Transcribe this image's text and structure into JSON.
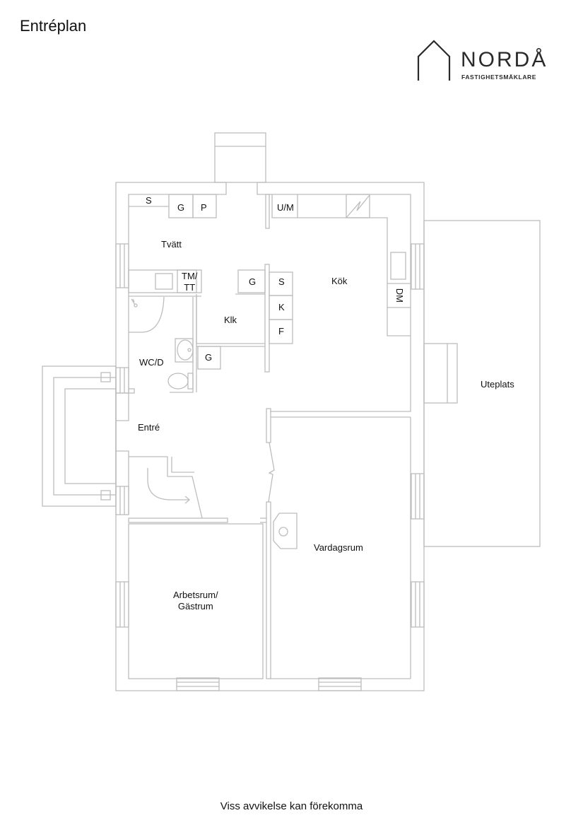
{
  "header": {
    "title": "Entréplan"
  },
  "logo": {
    "name": "NORDÅ",
    "tagline": "FASTIGHETSMÄKLARE",
    "icon": "house-outline-icon"
  },
  "rooms": {
    "tvatt": "Tvätt",
    "kok": "Kök",
    "klk": "Klk",
    "wcd": "WC/D",
    "entre": "Entré",
    "arbetsrum_line1": "Arbetsrum/",
    "arbetsrum_line2": "Gästrum",
    "vardagsrum": "Vardagsrum",
    "uteplats": "Uteplats"
  },
  "fixtures": {
    "s_tvatt": "S",
    "g_tvatt": "G",
    "p_tvatt": "P",
    "um": "U/M",
    "tm_line1": "TM/",
    "tm_line2": "TT",
    "g_klk": "G",
    "s_kok": "S",
    "k_kok": "K",
    "f_kok": "F",
    "dm": "DM",
    "g_wc": "G"
  },
  "footer": {
    "disclaimer": "Viss avvikelse kan förekomma"
  },
  "colors": {
    "wall": "#bdbdbd",
    "text": "#111111",
    "logo": "#2a2a2a"
  }
}
